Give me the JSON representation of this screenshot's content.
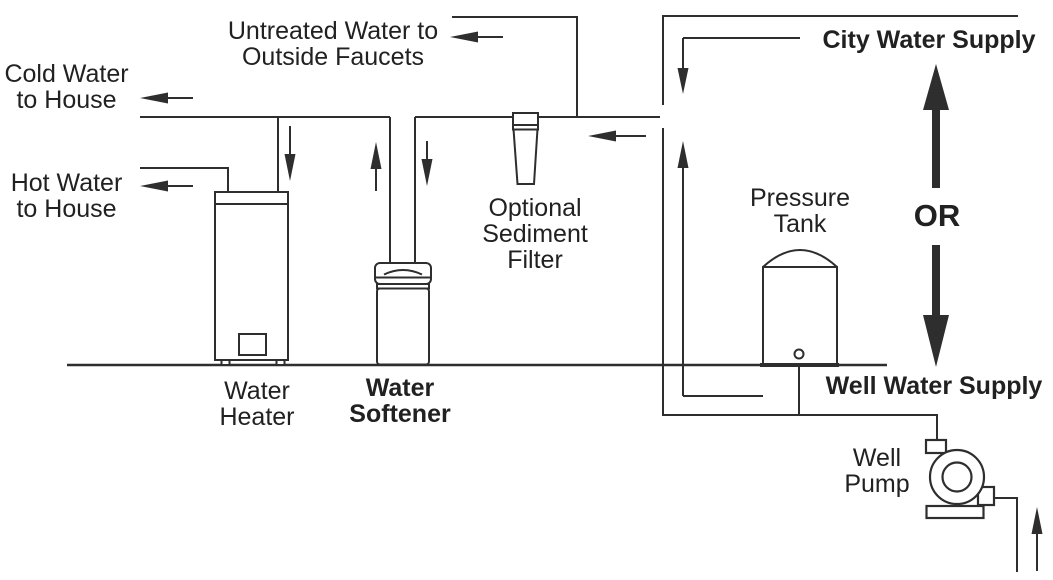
{
  "diagram": {
    "labels": {
      "cold_water": "Cold Water\nto House",
      "hot_water": "Hot Water\nto House",
      "untreated": "Untreated Water to\nOutside Faucets",
      "sediment_filter": "Optional\nSediment\nFilter",
      "pressure_tank": "Pressure\nTank",
      "city_supply": "City Water Supply",
      "or_choice": "OR",
      "well_supply": "Well Water Supply",
      "water_heater": "Water\nHeater",
      "water_softener": "Water\nSoftener",
      "well_pump": "Well\nPump"
    },
    "colors": {
      "line": "#2e2e2e",
      "text": "#212121",
      "background": "#ffffff"
    }
  }
}
